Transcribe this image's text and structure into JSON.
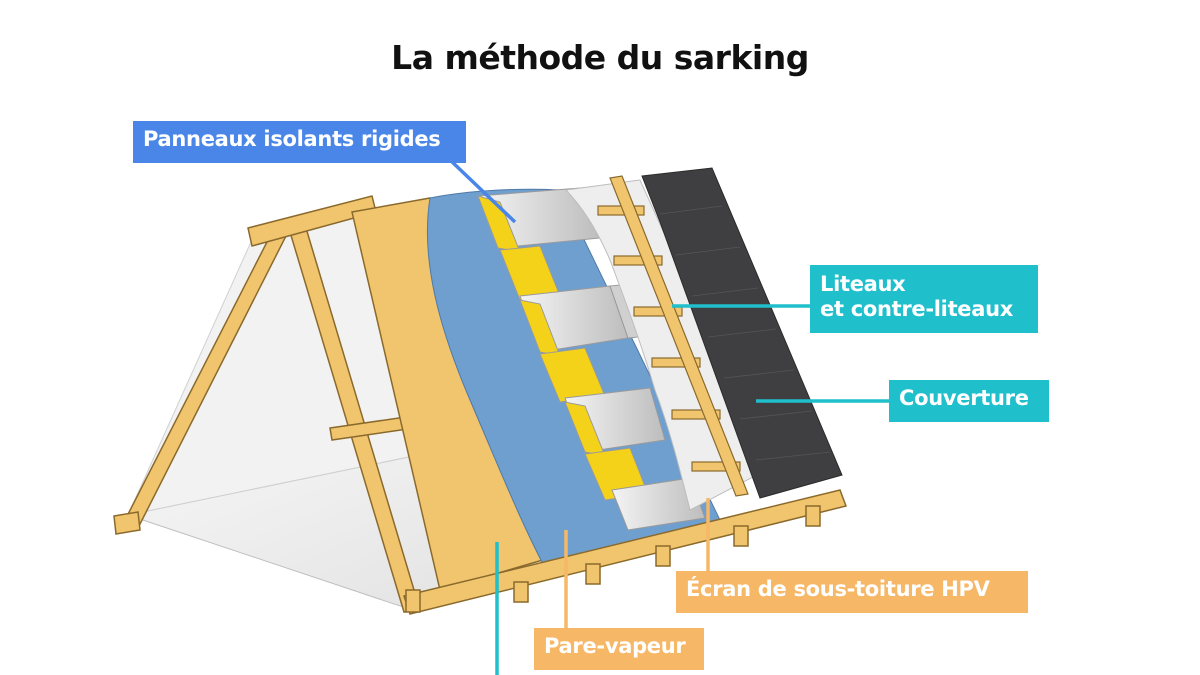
{
  "title": "La méthode du sarking",
  "labels": {
    "panneaux": "Panneaux isolants rigides",
    "liteaux_line1": "Liteaux",
    "liteaux_line2": "et contre-liteaux",
    "couverture": "Couverture",
    "ecran": "Écran de sous-toiture HPV",
    "pare_vapeur": "Pare-vapeur"
  },
  "colors": {
    "blue_label": "#4a86e8",
    "teal_label": "#1fbfcc",
    "orange_label": "#f6b766",
    "wood": "#f1c46e",
    "wood_stroke": "#8a6a2c",
    "insulation_blue": "#6f9fcf",
    "panel_grey": "#d8d8d8",
    "panel_yellow": "#f5d21a",
    "membrane": "#eeeeee",
    "roof_tile": "#3f3f41"
  }
}
